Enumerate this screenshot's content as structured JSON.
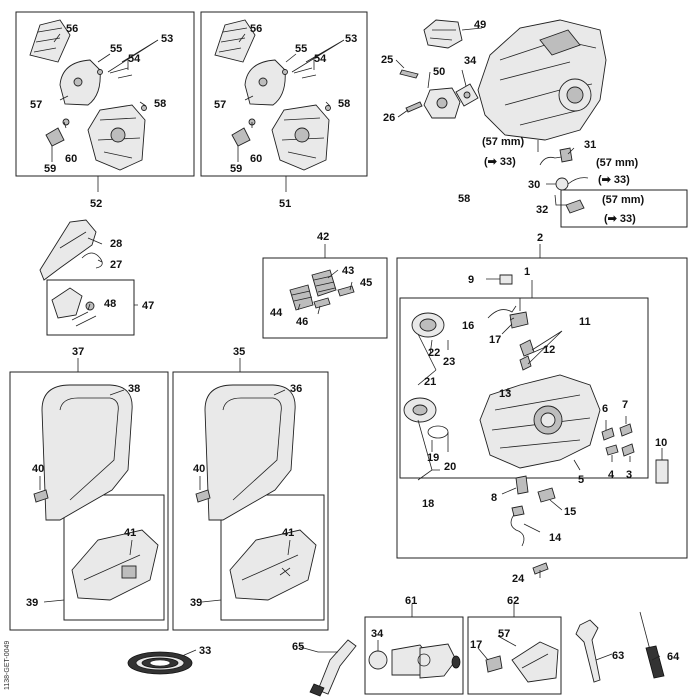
{
  "labels": {
    "n1": "1",
    "n2": "2",
    "n3": "3",
    "n4": "4",
    "n5": "5",
    "n6": "6",
    "n7": "7",
    "n8": "8",
    "n9": "9",
    "n10": "10",
    "n11": "11",
    "n12": "12",
    "n13": "13",
    "n14": "14",
    "n15": "15",
    "n16": "16",
    "n17": "17",
    "n17b": "17",
    "n18": "18",
    "n19": "19",
    "n20": "20",
    "n21": "21",
    "n22": "22",
    "n23": "23",
    "n24": "24",
    "n25": "25",
    "n26": "26",
    "n27": "27",
    "n28": "28",
    "n30": "30",
    "n31": "31",
    "n32": "32",
    "n33": "33",
    "n34": "34",
    "n34b": "34",
    "n35": "35",
    "n36": "36",
    "n37": "37",
    "n38": "38",
    "n39": "39",
    "n39b": "39",
    "n40": "40",
    "n40b": "40",
    "n41": "41",
    "n41b": "41",
    "n42": "42",
    "n43": "43",
    "n44": "44",
    "n45": "45",
    "n46": "46",
    "n47": "47",
    "n48": "48",
    "n49": "49",
    "n50": "50",
    "n51": "51",
    "n52": "52",
    "n53": "53",
    "n53b": "53",
    "n54": "54",
    "n54b": "54",
    "n55": "55",
    "n55b": "55",
    "n56": "56",
    "n56b": "56",
    "n57": "57",
    "n57b": "57",
    "n57c": "57",
    "n58": "58",
    "n58b": "58",
    "n58c": "58",
    "n59": "59",
    "n59b": "59",
    "n60": "60",
    "n60b": "60",
    "n61": "61",
    "n62": "62",
    "n63": "63",
    "n64": "64",
    "n65": "65"
  },
  "notes": {
    "mm1": "(57 mm)",
    "ref1": "(➡ 33)",
    "mm2": "(57 mm)",
    "ref2": "(➡ 33)",
    "mm3": "(57 mm)",
    "ref3": "(➡ 33)"
  },
  "side_code": "1138-GET-0049",
  "colors": {
    "line": "#222222",
    "part_fill": "#e9e9e9",
    "part_dark": "#bdbdbd",
    "background": "#ffffff"
  }
}
